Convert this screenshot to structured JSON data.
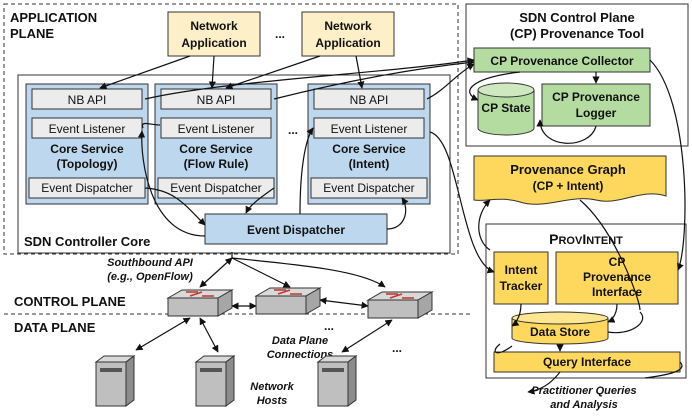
{
  "planes": {
    "application": [
      "APPLICATION",
      "PLANE"
    ],
    "control": "CONTROL PLANE",
    "data": "DATA PLANE"
  },
  "apps": [
    [
      "Network",
      "Application"
    ],
    [
      "Network",
      "Application"
    ]
  ],
  "ellipsis": "...",
  "core": {
    "title": "SDN Controller Core",
    "services": [
      {
        "nb_api": "NB API",
        "listener": "Event Listener",
        "name": [
          "Core Service",
          "(Topology)"
        ],
        "dispatcher": "Event Dispatcher"
      },
      {
        "nb_api": "NB API",
        "listener": "Event Listener",
        "name": [
          "Core Service",
          "(Flow Rule)"
        ],
        "dispatcher": "Event Dispatcher"
      },
      {
        "nb_api": "NB API",
        "listener": "Event Listener",
        "name": [
          "Core Service",
          "(Intent)"
        ],
        "dispatcher": "Event Dispatcher"
      }
    ],
    "dispatcher": "Event Dispatcher"
  },
  "cp_tool": {
    "title": [
      "SDN Control Plane",
      "(CP) Provenance Tool"
    ],
    "collector": "CP Provenance Collector",
    "state": "CP State",
    "logger": [
      "CP Provenance",
      "Logger"
    ]
  },
  "graph": [
    "Provenance Graph",
    "(CP + Intent)"
  ],
  "provintent": {
    "title_cap1": "P",
    "title_small1": "ROV",
    "title_cap2": "I",
    "title_small2": "NTENT",
    "tracker": [
      "Intent",
      "Tracker"
    ],
    "interface": [
      "CP",
      "Provenance",
      "Interface"
    ],
    "store": "Data Store",
    "query": "Query Interface"
  },
  "southbound": [
    "Southbound API",
    "(e.g., OpenFlow)"
  ],
  "data_conn": [
    "Data Plane",
    "Connections"
  ],
  "hosts": [
    "Network",
    "Hosts"
  ],
  "practitioner": [
    "Practitioner Queries",
    "and Analysis"
  ],
  "colors": {
    "app_fill": "#fdf0c8",
    "service_fill": "#bdd7ee",
    "tool_green": "#b5dca0",
    "graph_yellow": "#fdd85d",
    "light_gray": "#ececec"
  }
}
